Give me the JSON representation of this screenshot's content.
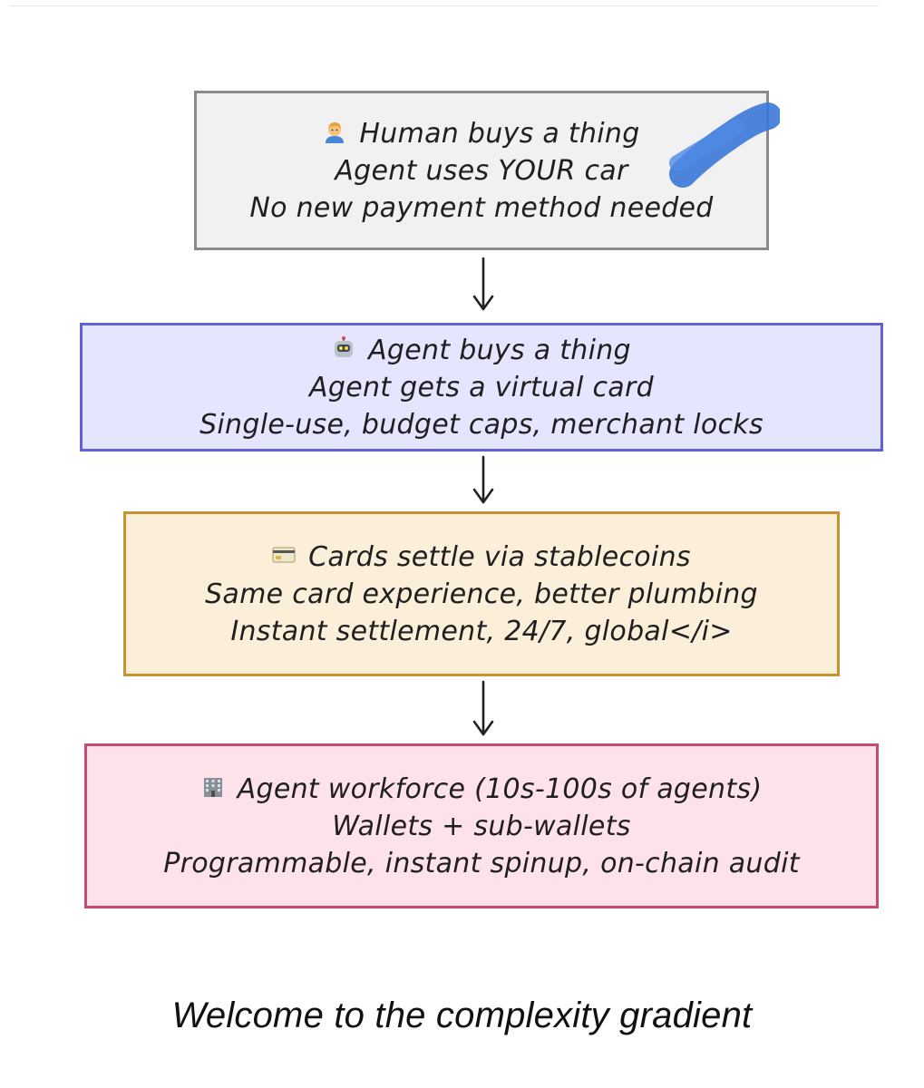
{
  "steps": [
    {
      "icon": "person-icon",
      "lines": [
        "Human buys a thing",
        "Agent uses YOUR car",
        "No new payment method needed"
      ],
      "fill": "#f1f1f1",
      "stroke": "#8a8a8a"
    },
    {
      "icon": "robot-icon",
      "lines": [
        "Agent buys a thing",
        "Agent gets a virtual card",
        "Single-use, budget caps, merchant locks"
      ],
      "fill": "#e5e5ff",
      "stroke": "#6262d8"
    },
    {
      "icon": "credit-card-icon",
      "lines": [
        "Cards settle via stablecoins",
        "Same card experience, better plumbing",
        "Instant settlement, 24/7, global</i>"
      ],
      "fill": "#fcefd9",
      "stroke": "#c99230"
    },
    {
      "icon": "office-building-icon",
      "lines": [
        "Agent workforce (10s-100s of agents)",
        "Wallets + sub-wallets",
        "Programmable, instant spinup, on-chain audit"
      ],
      "fill": "#fde2ea",
      "stroke": "#c84a71"
    }
  ],
  "caption": "Welcome to the complexity gradient",
  "colors": {
    "redaction": "#3a78d8",
    "arrow": "#222222"
  }
}
